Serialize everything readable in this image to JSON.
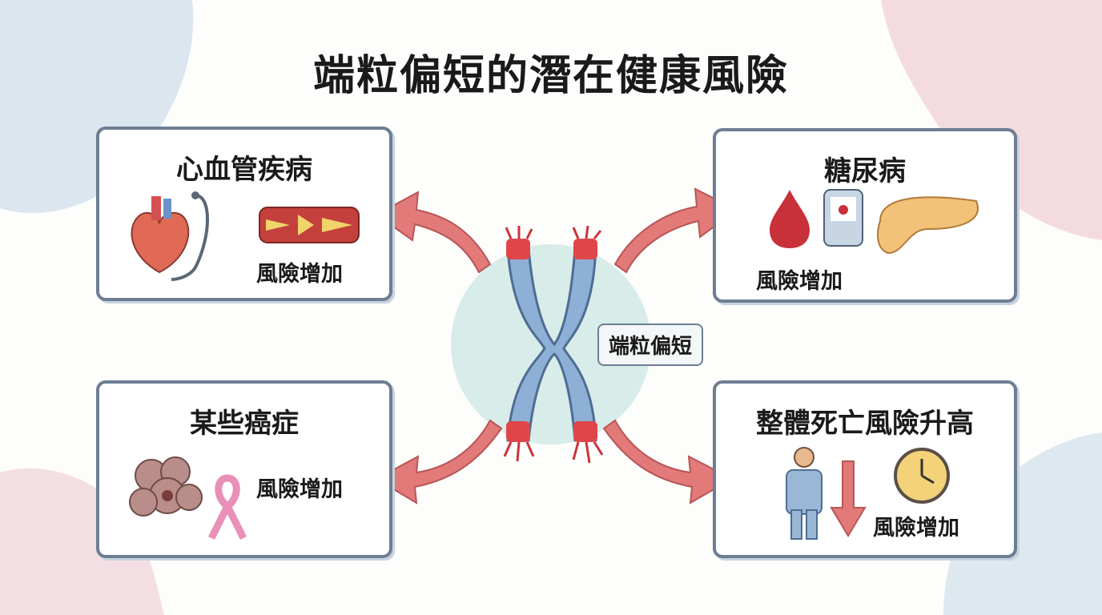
{
  "title": "端粒偏短的潛在健康風險",
  "center": {
    "label": "端粒偏短"
  },
  "cards": [
    {
      "title": "心血管疾病",
      "risk": "風險增加"
    },
    {
      "title": "糖尿病",
      "risk": "風險增加"
    },
    {
      "title": "某些癌症",
      "risk": "風險增加"
    },
    {
      "title": "整體死亡風險升高",
      "risk": "風險增加"
    }
  ],
  "colors": {
    "arrow": "#e27a7a",
    "chromosome": "#8fb0d6",
    "telomere": "#e0454a",
    "circle": "#d8ecea",
    "border": "#6d7e92"
  }
}
